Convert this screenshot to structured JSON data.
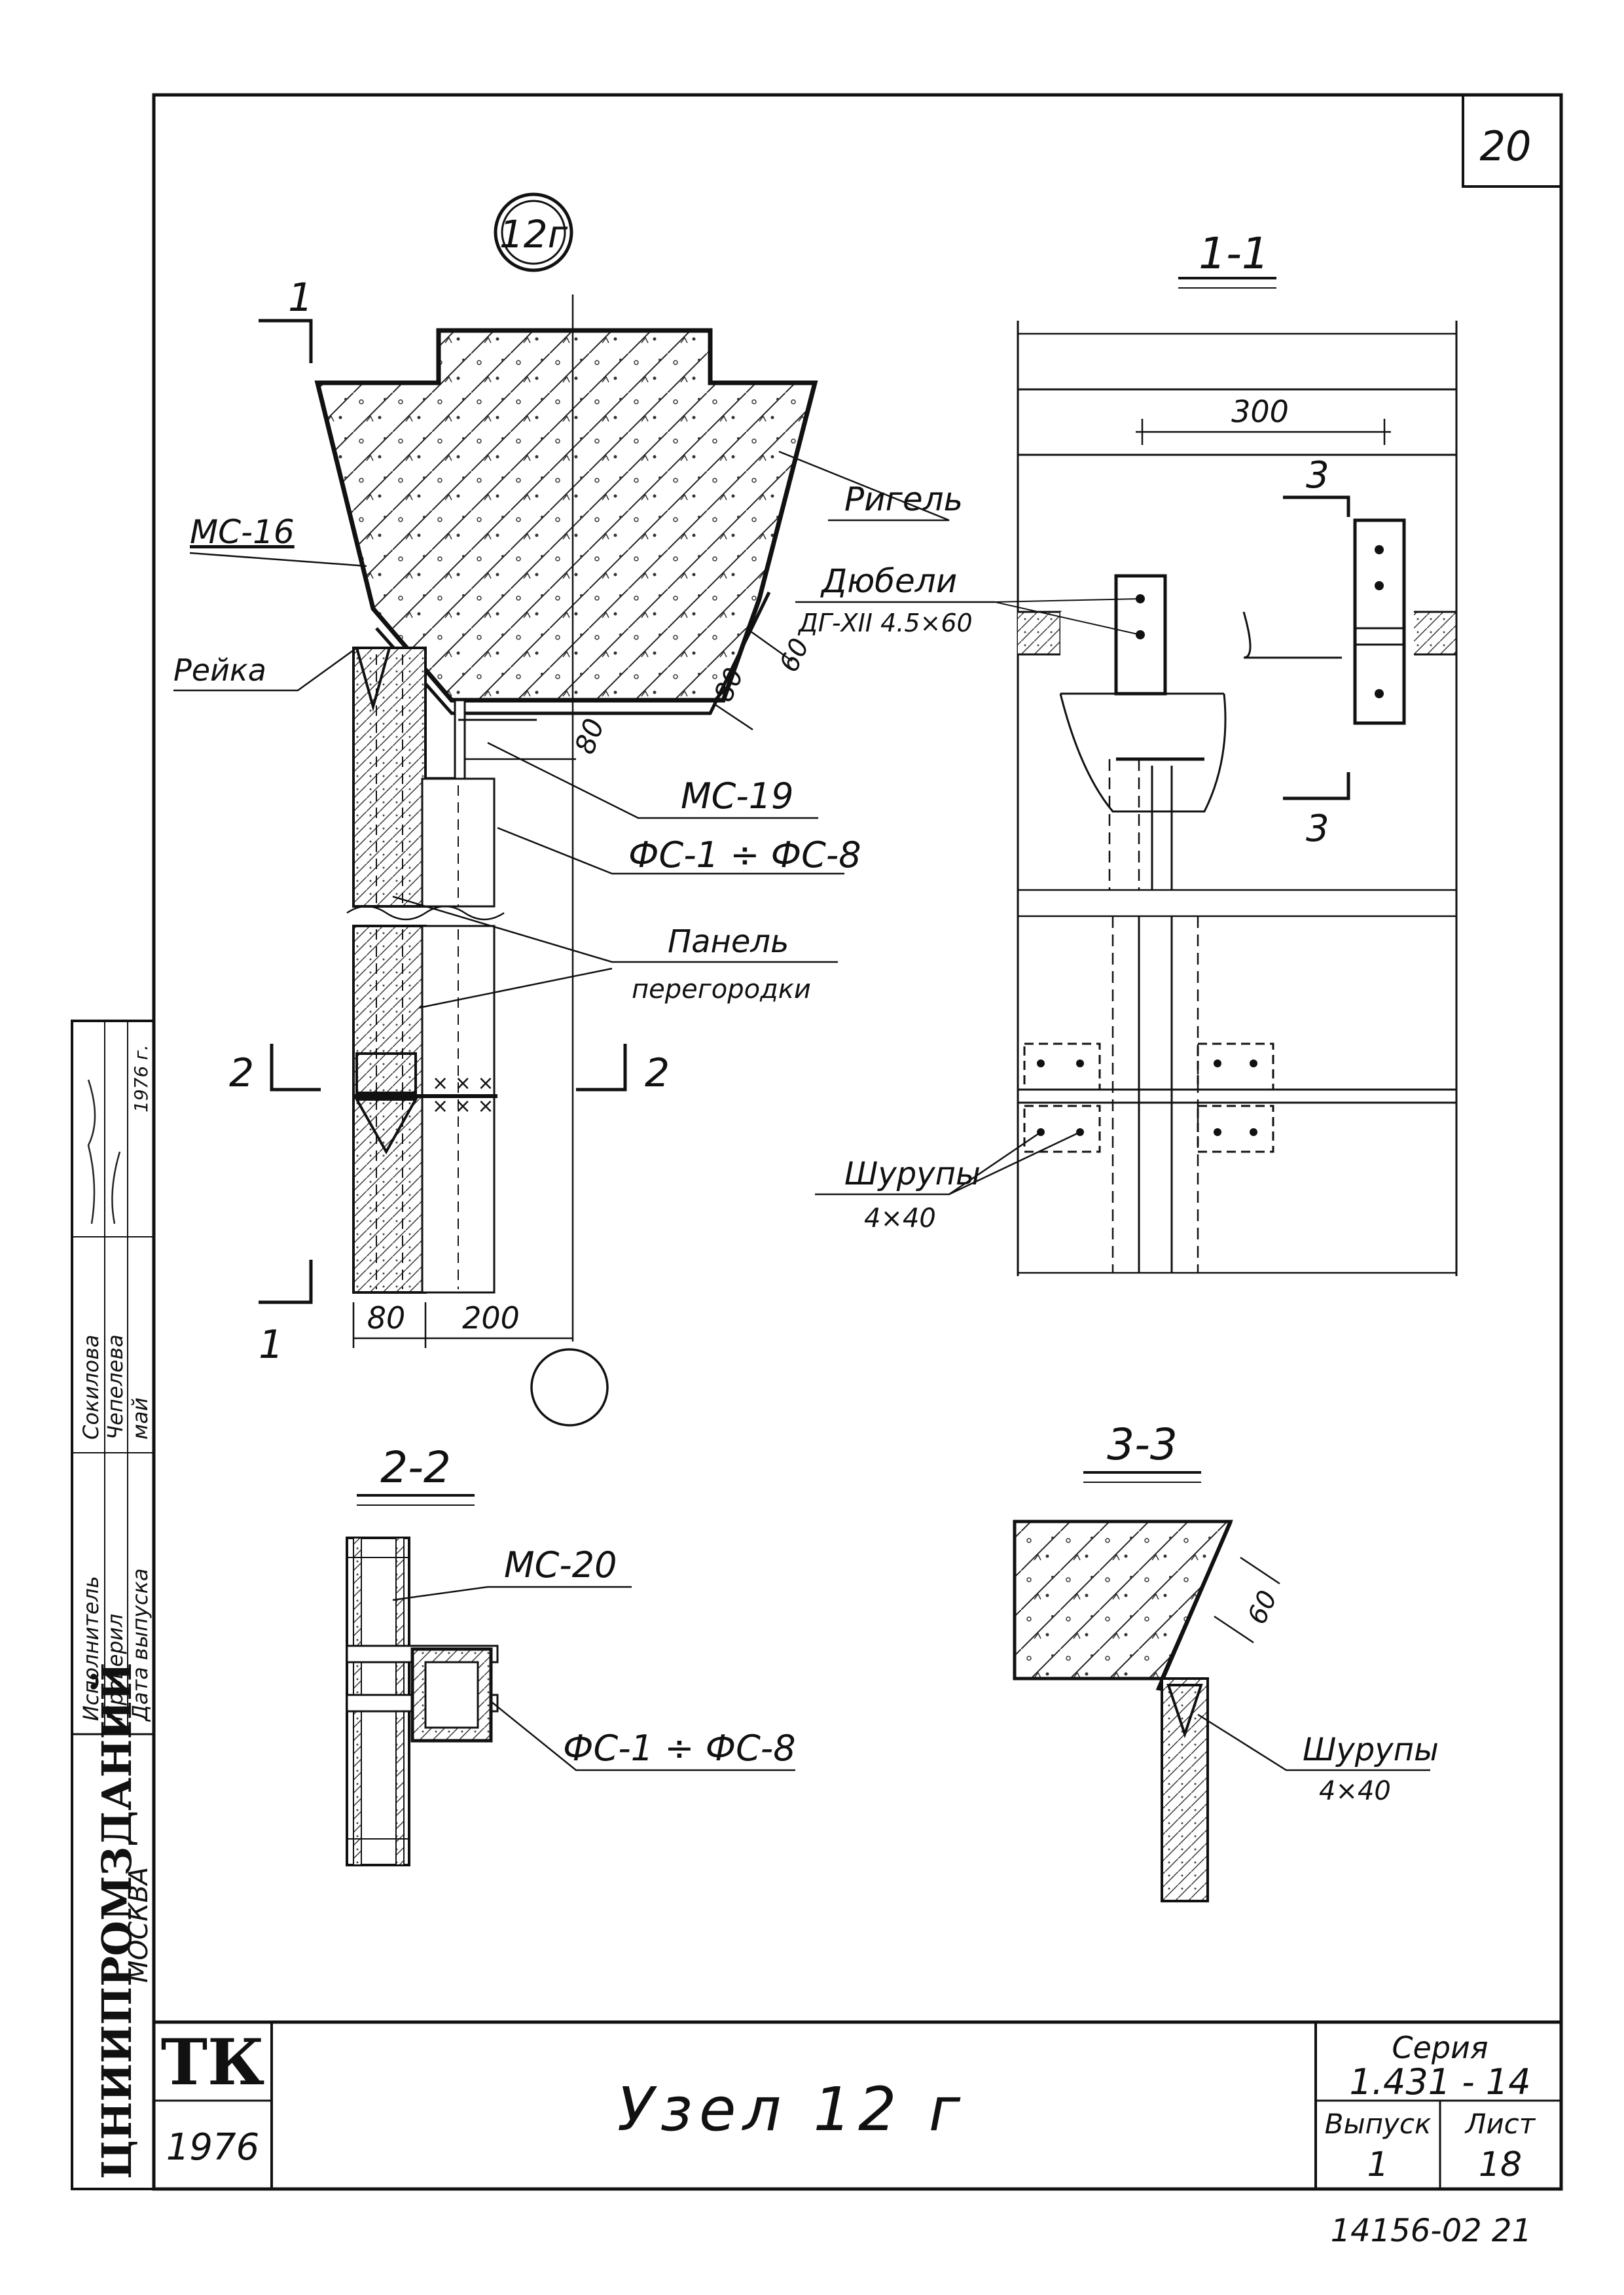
{
  "sheet": {
    "page_number": "20",
    "node_label": "12г",
    "title": "Узел 12 г",
    "series_label": "Серия",
    "series_value": "1.431 - 14",
    "issue_label": "Выпуск",
    "issue_value": "1",
    "sheet_label": "Лист",
    "sheet_value": "18",
    "year": "1976",
    "logo": "ТК",
    "bottom_code": "14156-02 21"
  },
  "stamp": {
    "org_name": "ЦНИИПРОМЗДАНИЙ",
    "city": "МОСКВА",
    "rows": [
      {
        "role": "Исполнитель",
        "name": "Сокилова"
      },
      {
        "role": "Проверил",
        "name": "Чепелева"
      },
      {
        "role": "Дата выпуска",
        "name": "май"
      }
    ],
    "signature_note": "1976 г."
  },
  "main_view": {
    "labels": {
      "rigel": "Ригель",
      "mc16": "МС-16",
      "dubeli": "Дюбели",
      "dg": "ДГ-XII 4.5×60",
      "reika": "Рейка",
      "mc19": "МС-19",
      "fc": "ФС-1 ÷ ФС-8",
      "panel_line1": "Панель",
      "panel_line2": "перегородки"
    },
    "dims": {
      "d80a": "80",
      "d60": "60",
      "d80b": "80",
      "d80c": "80",
      "d200": "200"
    },
    "section_marks": {
      "s1": "1",
      "s2": "2"
    }
  },
  "section_1_1": {
    "title": "1-1",
    "dim300": "300",
    "mark3": "3",
    "shurupy": "Шурупы",
    "shurupy_size": "4×40"
  },
  "section_2_2": {
    "title": "2-2",
    "mc20": "МС-20",
    "fc": "ФС-1 ÷ ФС-8"
  },
  "section_3_3": {
    "title": "3-3",
    "dim60": "60",
    "shurupy": "Шурупы",
    "shurupy_size": "4×40"
  }
}
